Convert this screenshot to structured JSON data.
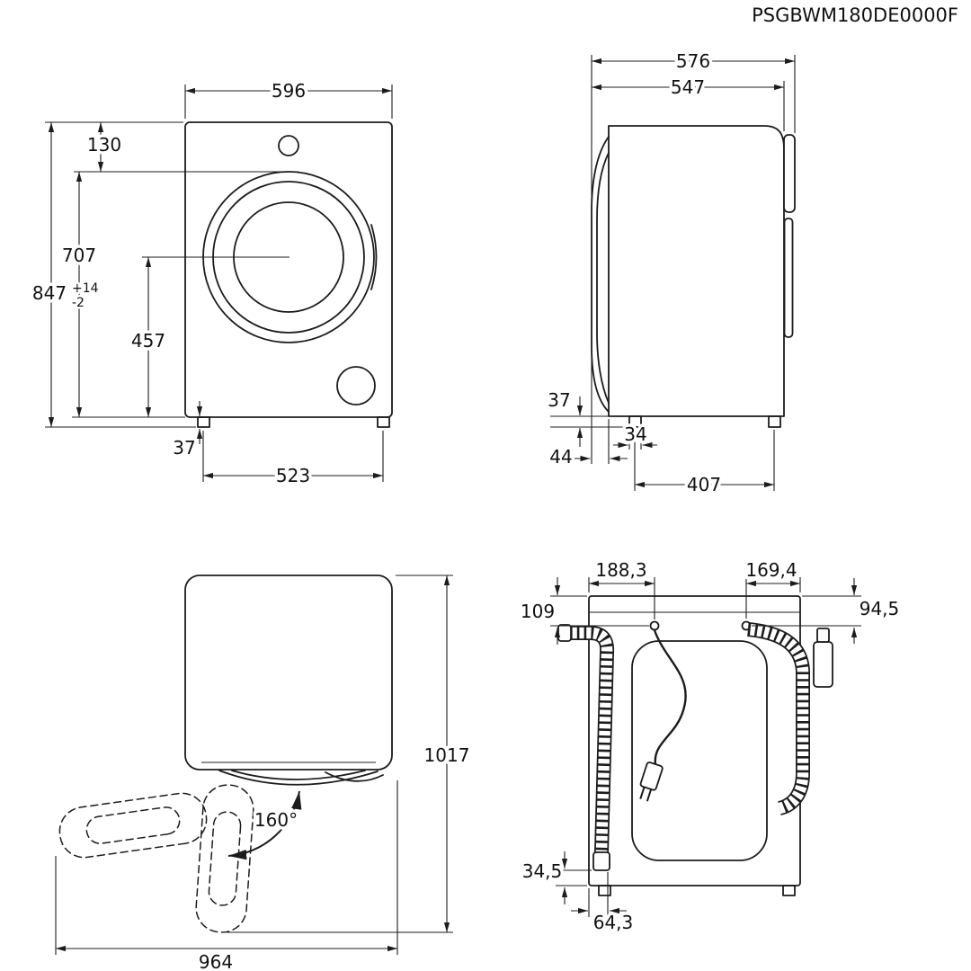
{
  "part_number": "PSGBWM180DE0000F",
  "front_view": {
    "width": "596",
    "top_to_door_top": "130",
    "door_top_to_base": "707",
    "total_height": "847",
    "tolerance_plus": "+14",
    "tolerance_minus": "-2",
    "door_center_to_base": "457",
    "foot_height": "37",
    "feet_spacing": "523"
  },
  "side_view": {
    "depth_total": "576",
    "depth_body": "547",
    "foot_height": "37",
    "foot_width": "34",
    "front_to_foot": "44",
    "feet_spacing": "407"
  },
  "top_view": {
    "height_door_open": "1017",
    "door_opening_angle": "160°",
    "depth_door_open": "964"
  },
  "rear_view": {
    "left_edge_to_outlet": "188,3",
    "inlet_to_right_edge": "169,4",
    "top_to_outlet": "109",
    "top_to_inlet": "94,5",
    "hose_end_to_base": "34,5",
    "left_edge_to_hose": "64,3"
  }
}
